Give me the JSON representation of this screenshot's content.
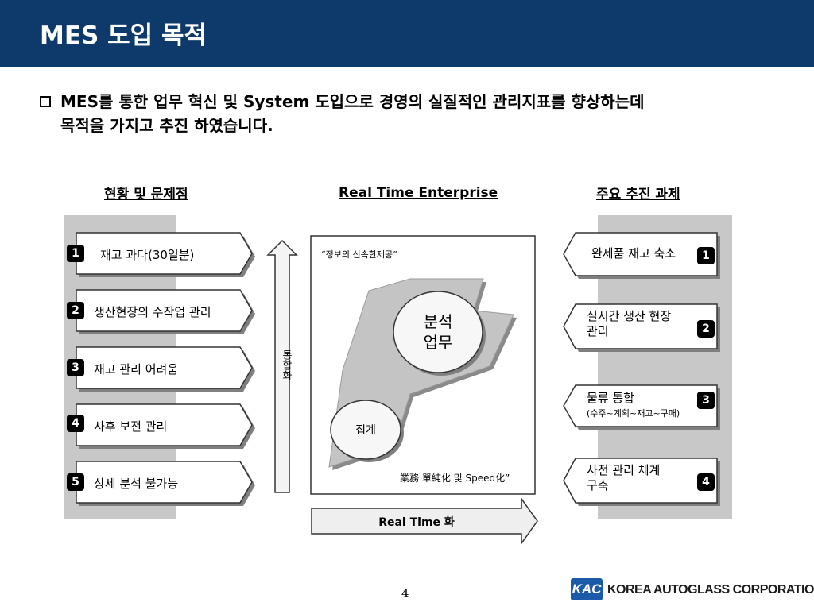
{
  "header": {
    "title": "MES 도입 목적"
  },
  "intro": {
    "line1": "MES를 통한 업무 혁신 및 System 도입으로 경영의 실질적인 관리지표를 향상하는데",
    "line2": "목적을 가지고 추진 하였습니다."
  },
  "left_column": {
    "title": "현황 및 문제점",
    "items": [
      {
        "num": "1",
        "label": "재고 과다(30일분)"
      },
      {
        "num": "2",
        "label": "생산현장의 수작업 관리"
      },
      {
        "num": "3",
        "label": "재고 관리 어려움"
      },
      {
        "num": "4",
        "label": "사후 보전 관리"
      },
      {
        "num": "5",
        "label": "상세 분석 불가능"
      }
    ]
  },
  "center": {
    "title": "Real Time Enterprise",
    "quote_top": "“정보의 신속한제공”",
    "circle_large": {
      "line1": "분석",
      "line2": "업무"
    },
    "circle_small": "집계",
    "quote_bottom": "業務 單純化 및 Speed化”",
    "vertical_arrow_label": "통합화",
    "bottom_arrow_label": "Real Time 화"
  },
  "right_column": {
    "title": "주요 추진 과제",
    "items": [
      {
        "num": "1",
        "line1": "완제품 재고 축소",
        "line2": ""
      },
      {
        "num": "2",
        "line1": "실시간 생산 현장",
        "line2": "관리"
      },
      {
        "num": "3",
        "line1": "물류 통합",
        "line2": "(수주~계획~재고~구매)"
      },
      {
        "num": "4",
        "line1": "사전 관리 체계",
        "line2": "구축"
      }
    ]
  },
  "footer": {
    "page_number": "4",
    "logo_text": "KAC",
    "company": "KOREA AUTOGLASS CORPORATION"
  },
  "colors": {
    "header_bg": "#0e3a6b",
    "column_gray": "#c8c8c8",
    "badge": "#000000"
  }
}
